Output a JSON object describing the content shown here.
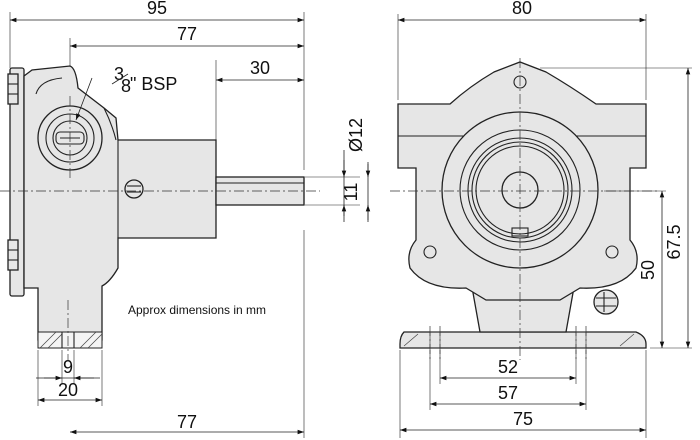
{
  "note": "Approx dimensions in mm",
  "thread": {
    "numerator": "3",
    "denominator": "8",
    "suffix": "\" BSP"
  },
  "side_view": {
    "overall_length": "95",
    "body_length": "77",
    "shaft_length": "30",
    "shaft_diameter": "Ø12",
    "shaft_flat": "11",
    "foot_slot": "9",
    "foot_width": "20",
    "base_length": "77"
  },
  "front_view": {
    "overall_width": "80",
    "center_height": "50",
    "top_height": "67.5",
    "slot_spacing": "52",
    "hole_spacing": "57",
    "base_width": "75"
  }
}
